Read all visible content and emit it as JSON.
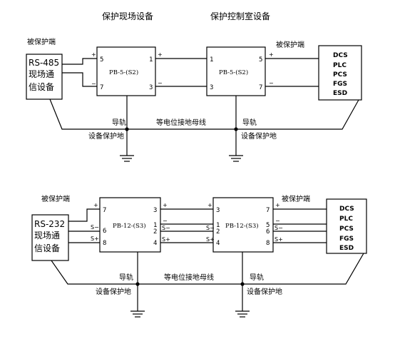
{
  "top": {
    "field_device_header": "保护现场设备",
    "control_room_header": "保护控制室设备",
    "left_terminal_label": "被保护端",
    "right_terminal_label": "被保护端",
    "device_line1": "RS-485",
    "device_line2": "现场通",
    "device_line3": "信设备",
    "module_left": "PB-5-(S2)",
    "module_right": "PB-5-(S2)",
    "module_left_pins": [
      "5",
      "7",
      "1",
      "3"
    ],
    "module_right_pins": [
      "1",
      "3",
      "5",
      "7"
    ],
    "systems": [
      "DCS",
      "PLC",
      "PCS",
      "FGS",
      "ESD"
    ],
    "rail_left": "导轨",
    "rail_right": "导轨",
    "bus_label": "等电位接地母线",
    "ground_left": "设备保护地",
    "ground_right": "设备保护地"
  },
  "bottom": {
    "left_terminal_label": "被保护端",
    "right_terminal_label": "被保护端",
    "device_line1": "RS-232",
    "device_line2": "现场通",
    "device_line3": "信设备",
    "module_left": "PB-12-(S3)",
    "module_right": "PB-12-(S3)",
    "module_left_pins": [
      "7",
      "6",
      "8",
      "3",
      "1",
      "2",
      "4"
    ],
    "module_right_pins": [
      "3",
      "1",
      "2",
      "4",
      "7",
      "5",
      "6",
      "8"
    ],
    "systems": [
      "DCS",
      "PLC",
      "PCS",
      "FGS",
      "ESD"
    ],
    "rail_left": "导轨",
    "rail_right": "导轨",
    "bus_label": "等电位接地母线",
    "ground_left": "设备保护地",
    "ground_right": "设备保护地"
  },
  "markers": {
    "plus": "+",
    "minus": "−",
    "s_minus": "S−",
    "s_plus": "S+"
  }
}
